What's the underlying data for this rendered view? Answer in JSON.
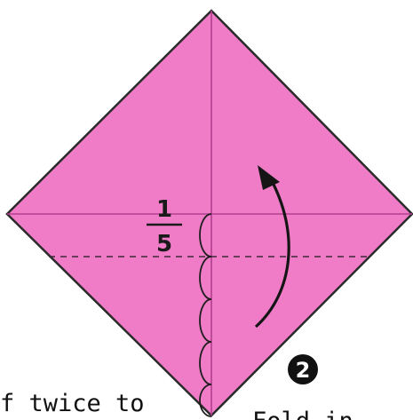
{
  "diagram": {
    "fraction": {
      "numerator": "1",
      "denominator": "5"
    },
    "step_number": "2",
    "caption_left": "f twice to",
    "caption_right": "Fold in",
    "colors": {
      "paper": "#f07cc8",
      "paper_edge": "#2b2b2b",
      "crease": "#b23f8f",
      "dashed_line": "#3a2a35",
      "arrow": "#151515",
      "step_badge": "#111111"
    }
  }
}
